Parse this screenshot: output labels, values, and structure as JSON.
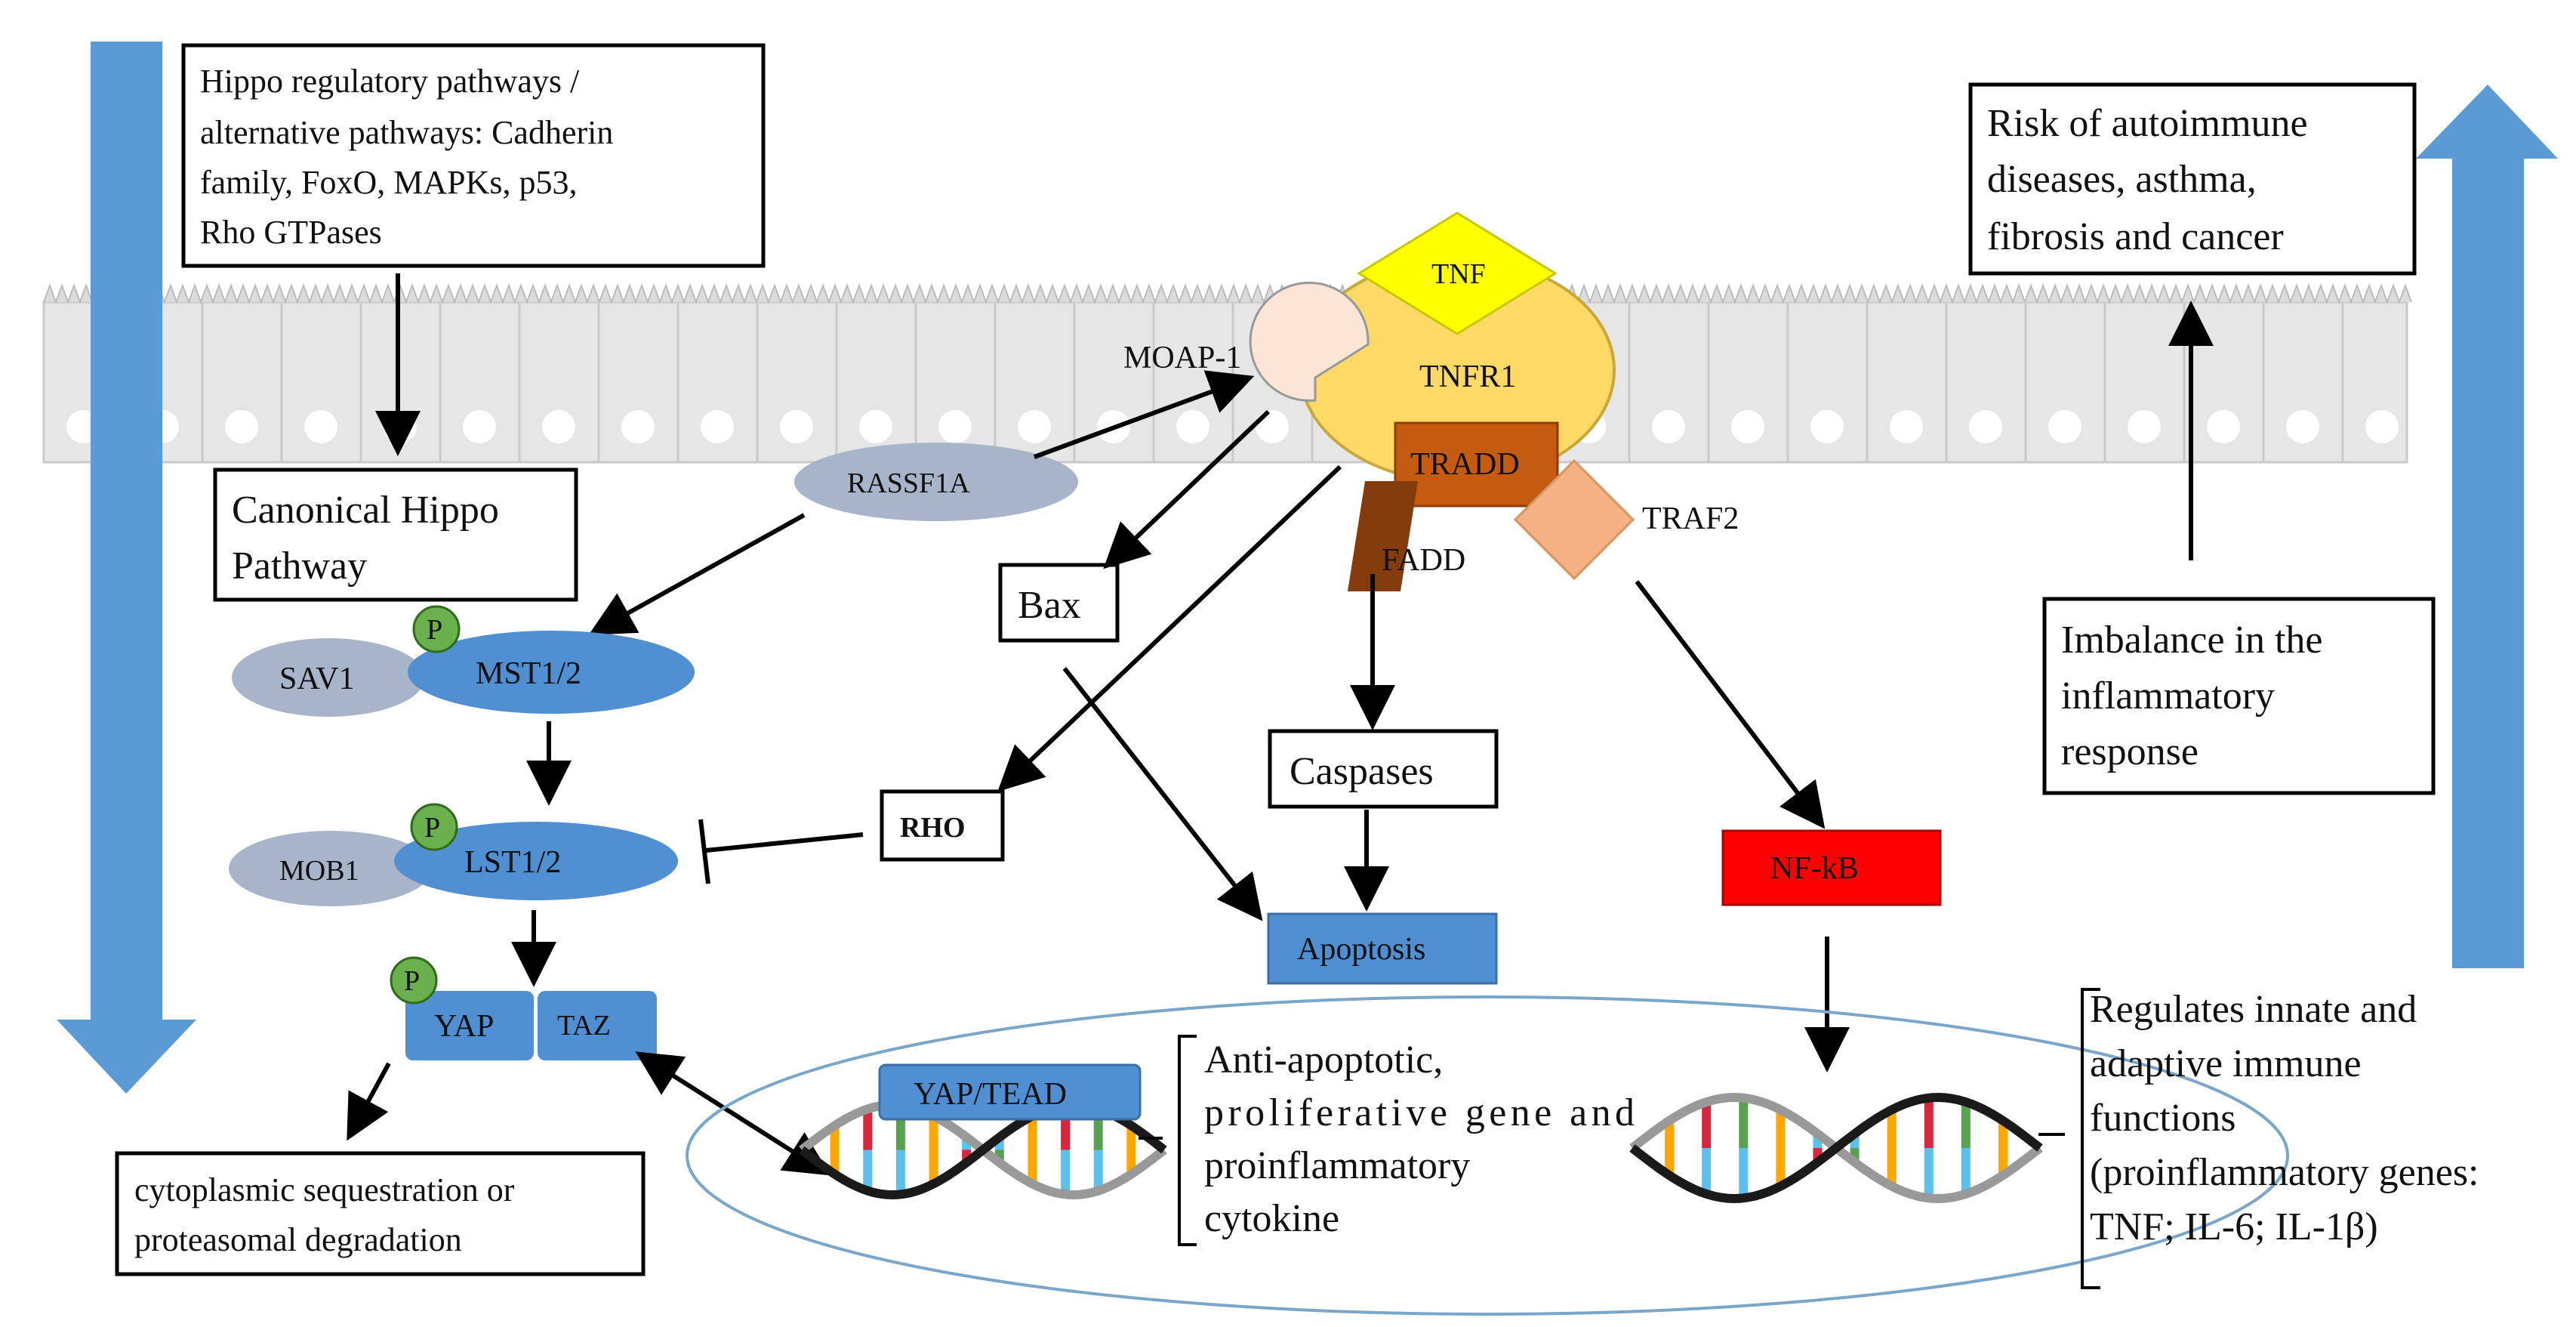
{
  "colors": {
    "blue_arrow": "#5b9bd5",
    "node_blue": "#4f8fd2",
    "node_grey": "#a7b4c9",
    "phospho_green": "#6ab04c",
    "tnfr1": "#ffd966",
    "tnf": "#ffff00",
    "tradd": "#c55a11",
    "fadd": "#843c0c",
    "traf2": "#f4b183",
    "moap": "#fbe5d6",
    "nfkb": "#ff0000",
    "membrane": "#e8e8e8",
    "nucleus_outline": "#7aa6c9"
  },
  "boxes": {
    "hippo_regulatory": [
      "Hippo regulatory pathways /",
      "alternative pathways: Cadherin",
      "family, FoxO, MAPKs, p53,",
      "Rho GTPases"
    ],
    "canonical": [
      "Canonical Hippo",
      "Pathway"
    ],
    "risk": [
      "Risk of autoimmune",
      "diseases, asthma,",
      "fibrosis and cancer"
    ],
    "imbalance": [
      "Imbalance in the",
      "inflammatory",
      "response"
    ],
    "sequestration": [
      "cytoplasmic sequestration or",
      "proteasomal degradation"
    ],
    "bax": "Bax",
    "caspases": "Caspases",
    "rho": "RHO"
  },
  "nodes": {
    "tnf": "TNF",
    "tnfr1": "TNFR1",
    "moap1": "MOAP-1",
    "tradd": "TRADD",
    "fadd": "FADD",
    "traf2": "TRAF2",
    "rassf1a": "RASSF1A",
    "sav1": "SAV1",
    "mst": "MST1/2",
    "mob1": "MOB1",
    "lst": "LST1/2",
    "yap": "YAP",
    "taz": "TAZ",
    "yap_tead": "YAP/TEAD",
    "apoptosis": "Apoptosis",
    "nfkb": "NF-kB",
    "phospho": "P"
  },
  "gene_text": {
    "left": [
      "Anti-apoptotic,",
      "proliferative gene and",
      "proinflammatory",
      "cytokine"
    ],
    "right": [
      "Regulates innate and",
      "adaptive immune",
      "functions",
      "(proinflammatory genes:",
      "TNF; IL-6; IL-1β)"
    ]
  }
}
